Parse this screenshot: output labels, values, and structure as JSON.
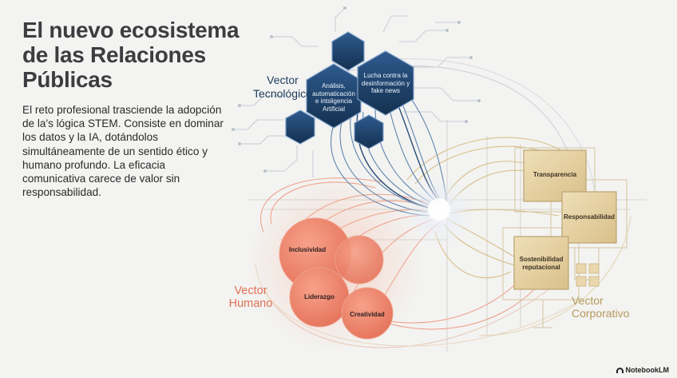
{
  "title_lines": [
    "El nuevo ecosistema",
    "de las Relaciones",
    "Públicas"
  ],
  "description": "El reto profesional trasciende la adopción de la's lógica STEM. Consiste en dominar los datos y la IA, dotándolos simultáneamente de un sentido ético y humano profundo. La eficacia comunicativa carece de valor sin responsabilidad.",
  "vectors": {
    "tecnologico": {
      "label": "Vector Tecnológico",
      "color": "#1e3b5c",
      "nodes": [
        "Análisis, automaticación e intsligencia Artificial",
        "Lucha contra la desinformación y fake news"
      ]
    },
    "humano": {
      "label": "Vector Humano",
      "color": "#e07256",
      "nodes": [
        "Inclusividad",
        "Liderazgo",
        "Creatividad"
      ]
    },
    "corporativo": {
      "label": "Vector Corporativo",
      "color": "#b59a5a",
      "nodes": [
        "Transparencia",
        "Responsabilidad",
        "Sostenibilidad reputacional"
      ]
    }
  },
  "brand": "NotebookLM"
}
